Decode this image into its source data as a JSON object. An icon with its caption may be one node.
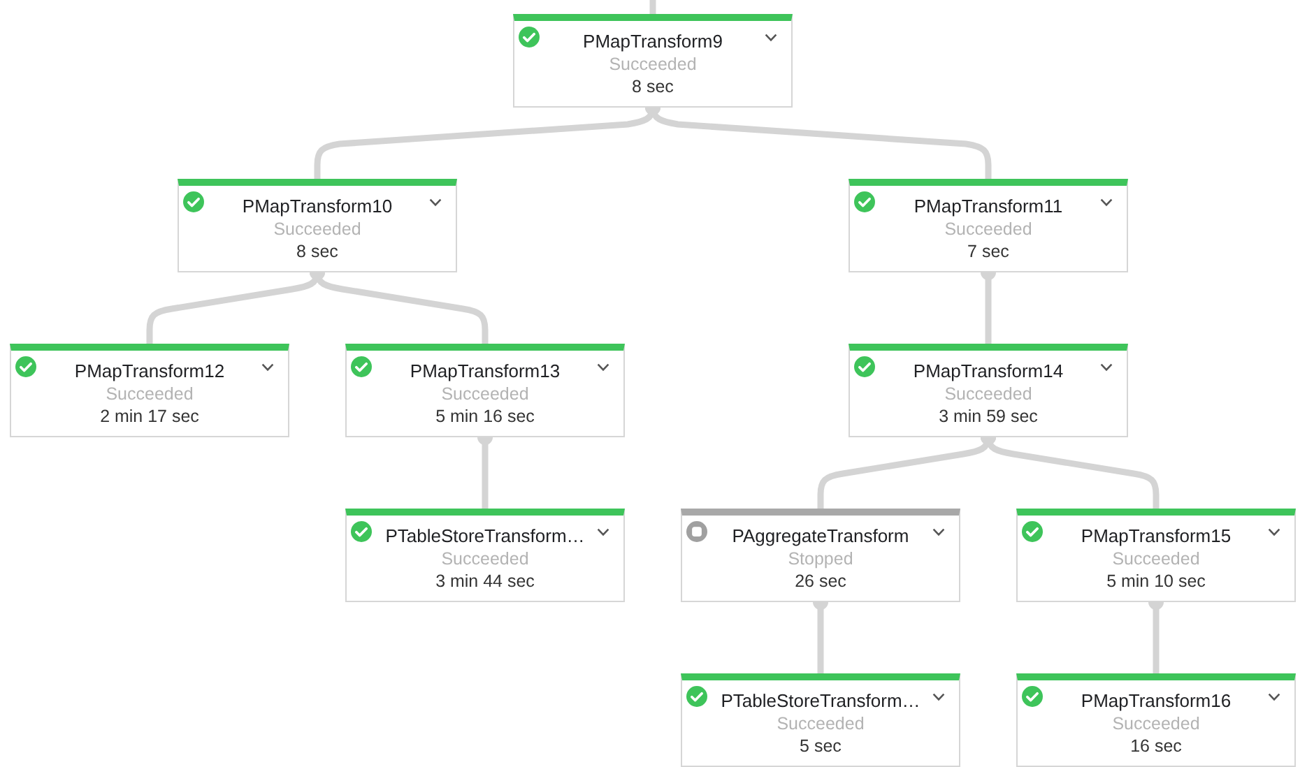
{
  "diagram": {
    "nodes": [
      {
        "text": [
          "PMapTransform9",
          "Succeeded",
          "8 sec"
        ]
      },
      {
        "text": [
          "PMapTransform10",
          "Succeeded",
          "8 sec"
        ]
      },
      {
        "text": [
          "PMapTransform11",
          "Succeeded",
          "7 sec"
        ]
      },
      {
        "text": [
          "PMapTransform12",
          "Succeeded",
          "2 min 17 sec"
        ]
      },
      {
        "text": [
          "PMapTransform13",
          "Succeeded",
          "5 min 16 sec"
        ]
      },
      {
        "text": [
          "PMapTransform14",
          "Succeeded",
          "3 min 59 sec"
        ]
      },
      {
        "text": [
          "PTableStoreTransform…",
          "Succeeded",
          "3 min 44 sec"
        ]
      },
      {
        "text": [
          "PAggregateTransform",
          "Stopped",
          "26 sec"
        ]
      },
      {
        "text": [
          "PMapTransform15",
          "Succeeded",
          "5 min 10 sec"
        ]
      },
      {
        "text": [
          "PTableStoreTransform…",
          "Succeeded",
          "5 sec"
        ]
      },
      {
        "text": [
          "PMapTransform16",
          "Succeeded",
          "16 sec"
        ]
      }
    ],
    "edges": [
      {
        "from": null,
        "to": 0,
        "arrow": "none"
      },
      {
        "from": 0,
        "to": 1,
        "arrow": "other"
      },
      {
        "from": 0,
        "to": 2,
        "arrow": "other"
      },
      {
        "from": 1,
        "to": 3,
        "arrow": "other"
      },
      {
        "from": 1,
        "to": 4,
        "arrow": "other"
      },
      {
        "from": 2,
        "to": 5,
        "arrow": "other"
      },
      {
        "from": 4,
        "to": 6,
        "arrow": "other"
      },
      {
        "from": 5,
        "to": 7,
        "arrow": "other"
      },
      {
        "from": 5,
        "to": 8,
        "arrow": "other"
      },
      {
        "from": 7,
        "to": 9,
        "arrow": "other"
      },
      {
        "from": 8,
        "to": 10,
        "arrow": "other"
      }
    ]
  }
}
